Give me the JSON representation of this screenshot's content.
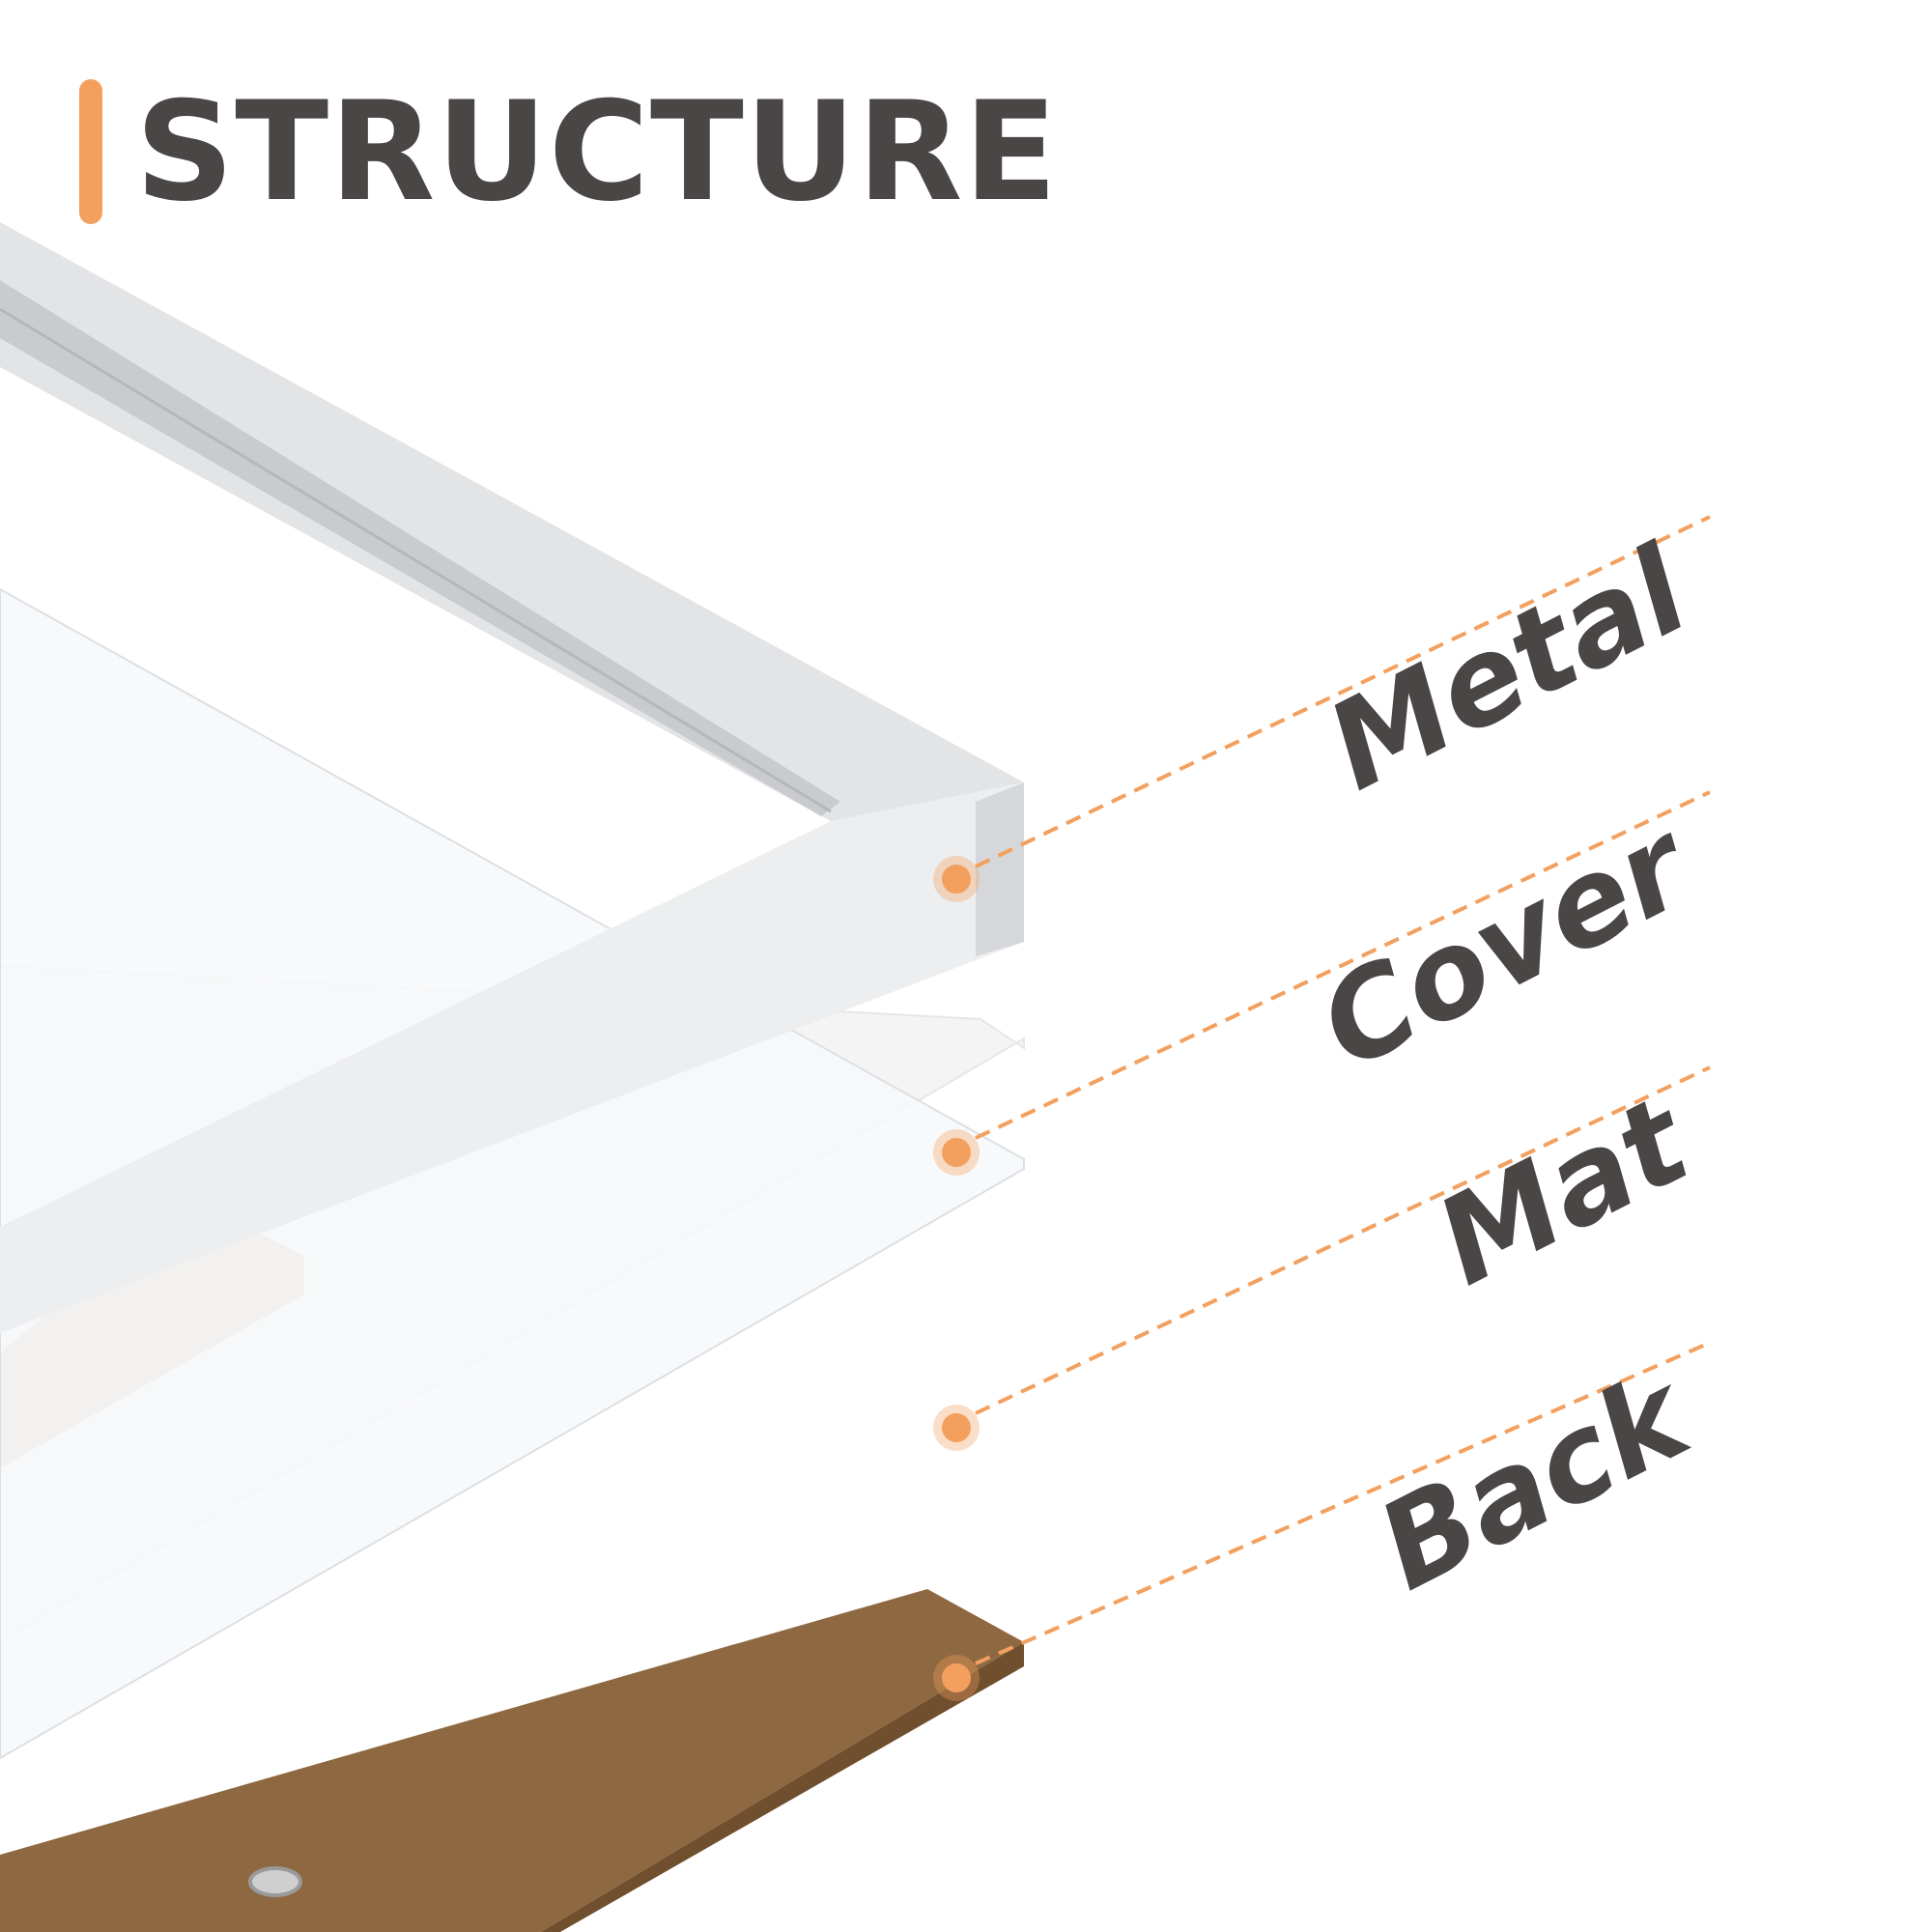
{
  "header": {
    "title": "STRUCTURE"
  },
  "layers": [
    {
      "label": "Metal"
    },
    {
      "label": "Cover"
    },
    {
      "label": "Mat"
    },
    {
      "label": "Back"
    }
  ],
  "colors": {
    "accent": "#F3A05F",
    "text": "#4A4646",
    "frame": "#E3E4E6",
    "frame_shadow": "#C9CBCE",
    "mat": "#F4F4F4",
    "backboard": "#8E6840",
    "backboard_edge": "#6F4F2E",
    "kraft_window": "#D9CBBE"
  }
}
